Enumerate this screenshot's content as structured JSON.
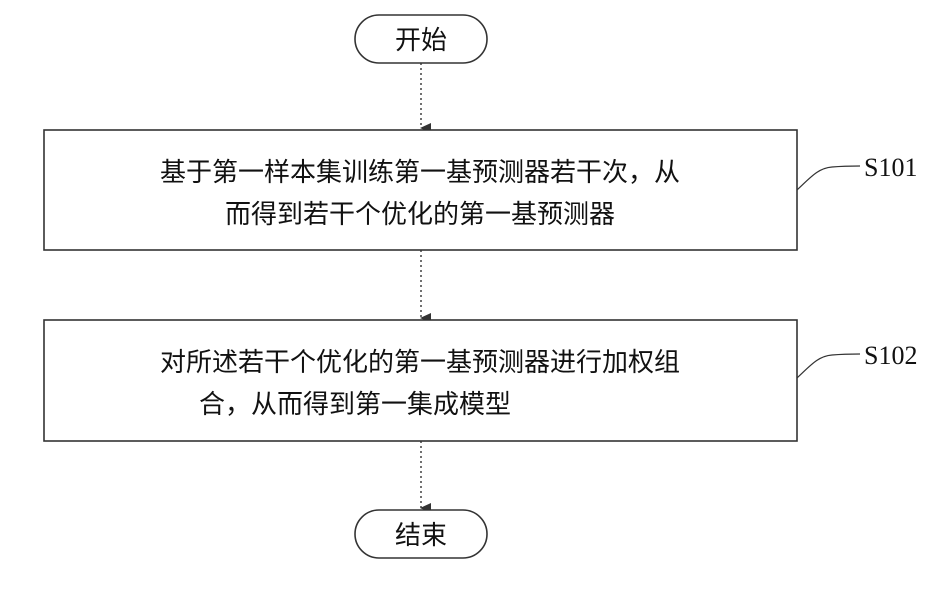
{
  "flowchart": {
    "start": {
      "label": "开始"
    },
    "steps": [
      {
        "id": "S101",
        "lines": [
          "基于第一样本集训练第一基预测器若干次，从",
          "而得到若干个优化的第一基预测器"
        ]
      },
      {
        "id": "S102",
        "lines": [
          "对所述若干个优化的第一基预测器进行加权组",
          "合，从而得到第一集成模型"
        ]
      }
    ],
    "end": {
      "label": "结束"
    }
  },
  "colors": {
    "stroke": "#333333",
    "text": "#111111",
    "background": "#ffffff"
  }
}
